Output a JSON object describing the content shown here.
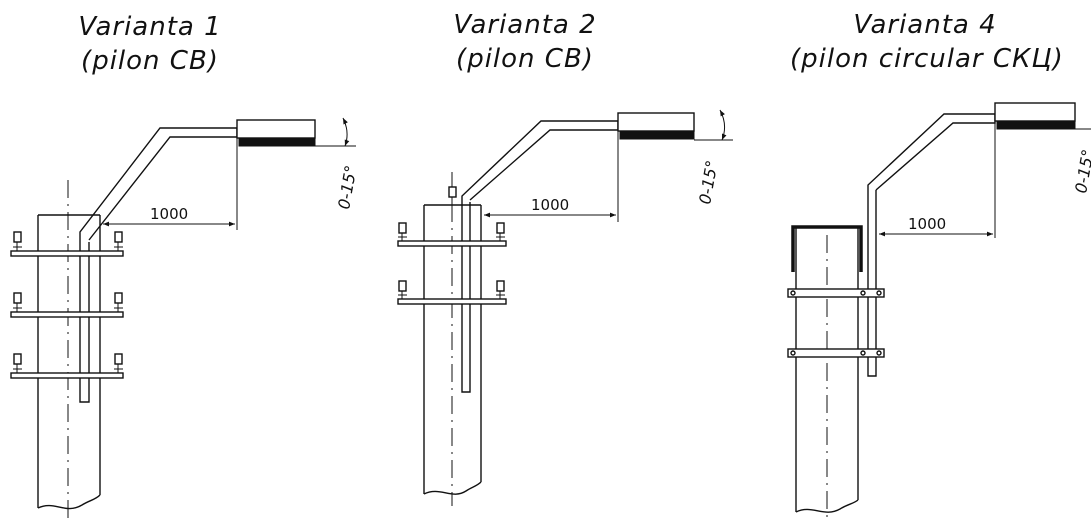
{
  "variants": [
    {
      "title_line1": "Varianta 1",
      "title_line2": "(pilon CB)",
      "dimension_label": "1000",
      "angle_label": "0-15°"
    },
    {
      "title_line1": "Varianta 2",
      "title_line2": "(pilon CB)",
      "dimension_label": "1000",
      "angle_label": "0-15°"
    },
    {
      "title_line1": "Varianta 4",
      "title_line2": "(pilon circular СКЦ)",
      "dimension_label": "1000",
      "angle_label": "0-15°"
    }
  ]
}
